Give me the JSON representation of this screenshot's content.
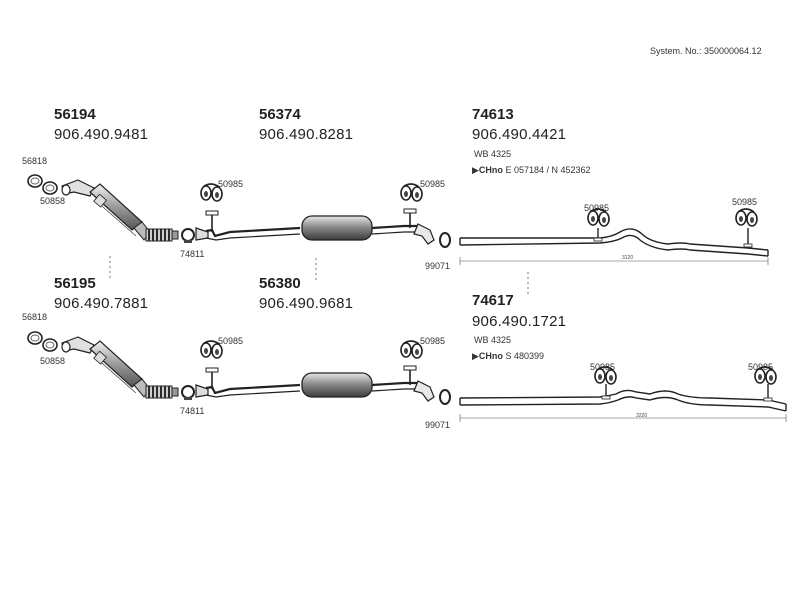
{
  "system_no": "System. No.: 350000064.12",
  "upper": {
    "front": {
      "part": "56194",
      "oem": "906.490.9481"
    },
    "middle": {
      "part": "56374",
      "oem": "906.490.8281"
    },
    "rear": {
      "part": "74613",
      "oem": "906.490.4421",
      "wb": "WB 4325",
      "ch_prefix": "CHno",
      "ch_value": "E 057184 / N 452362",
      "dimension": "3120"
    }
  },
  "lower": {
    "front": {
      "part": "56195",
      "oem": "906.490.7881"
    },
    "middle": {
      "part": "56380",
      "oem": "906.490.9681"
    },
    "rear": {
      "part": "74617",
      "oem": "906.490.1721",
      "wb": "WB 4325",
      "ch_prefix": "CHno",
      "ch_value": "S 480399",
      "dimension": "3220"
    }
  },
  "labels": {
    "ring": "56818",
    "gasket": "50858",
    "clamp": "74811",
    "hanger": "50985",
    "rear_clamp": "99071"
  }
}
